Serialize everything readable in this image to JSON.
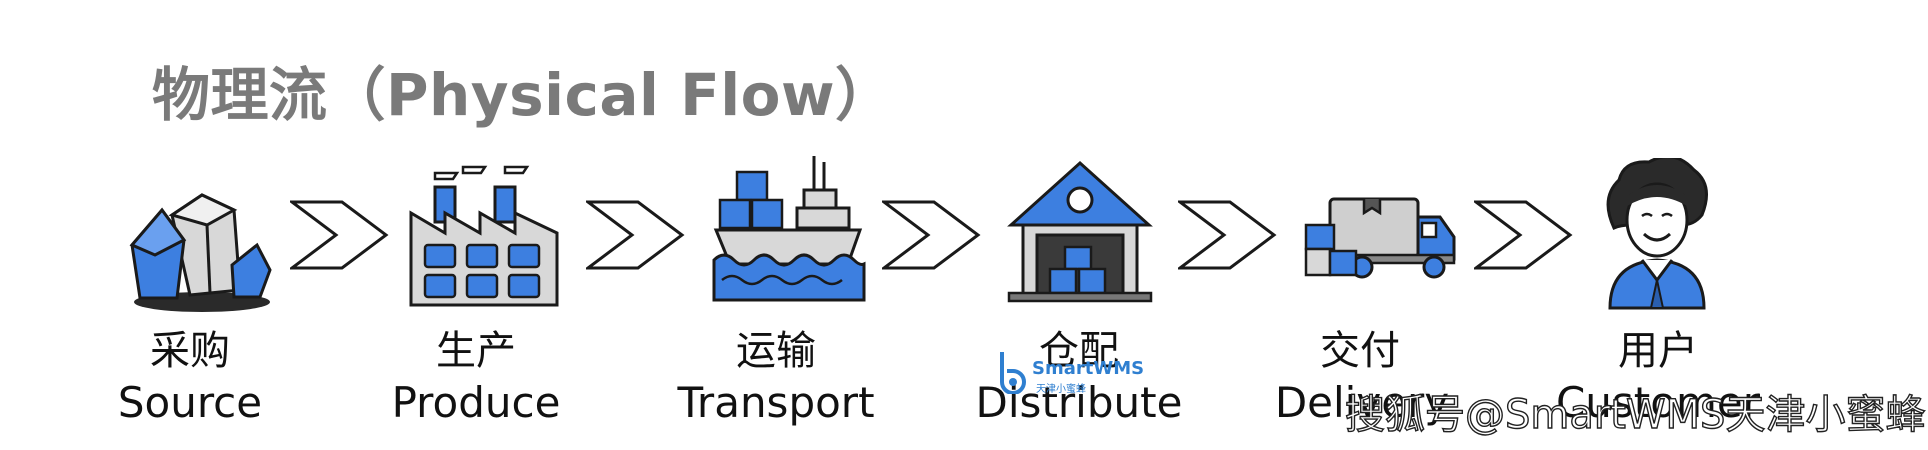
{
  "title": "物理流（Physical Flow）",
  "steps": [
    {
      "cn": "采购",
      "en": "Source",
      "icon": "crystal-icon"
    },
    {
      "cn": "生产",
      "en": "Produce",
      "icon": "factory-icon"
    },
    {
      "cn": "运输",
      "en": "Transport",
      "icon": "ship-icon"
    },
    {
      "cn": "仓配",
      "en": "Distribute",
      "icon": "warehouse-icon"
    },
    {
      "cn": "交付",
      "en": "Delivery",
      "icon": "truck-icon"
    },
    {
      "cn": "用户",
      "en": "Customer",
      "icon": "customer-icon"
    }
  ],
  "watermark": {
    "logo_text": "SmartWMS",
    "logo_sub": "天津小蜜蜂",
    "text": "搜狐号@SmartWMS天津小蜜蜂"
  },
  "colors": {
    "accent_blue": "#3d7fe0",
    "title_gray": "#7a7a7a",
    "outline": "#1a1a1a"
  }
}
